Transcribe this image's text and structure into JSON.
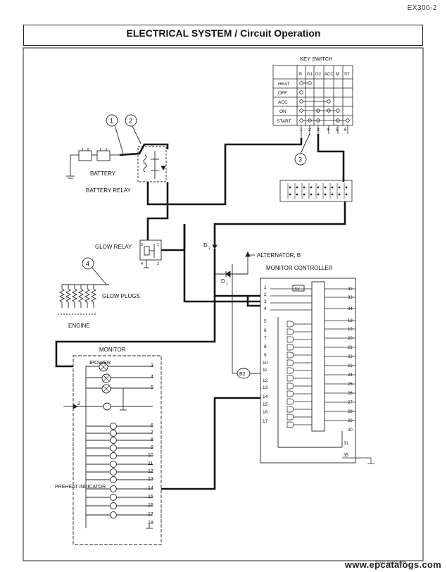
{
  "page_id": "EX300-2",
  "title": "ELECTRICAL SYSTEM / Circuit Operation",
  "labels": {
    "key_switch": "KEY SWITCH",
    "battery": "BATTERY",
    "battery_relay": "BATTERY RELAY",
    "glow_relay": "GLOW RELAY",
    "glow_plugs": "GLOW PLUGS",
    "engine": "ENGINE",
    "d2": "D",
    "d2_sub": "2",
    "d1": "D",
    "d1_sub": "1",
    "alternator": "ALTERNATOR, B",
    "monitor_controller": "MONITOR CONTROLLER",
    "monitor": "MONITOR",
    "power": "POWER",
    "preheat_indicator": "PREHEAT INDICATOR",
    "b2": "B2",
    "five_v": "5V"
  },
  "callouts": [
    "1",
    "2",
    "3",
    "4"
  ],
  "key_switch_table": {
    "columns": [
      "B",
      "G1",
      "G2",
      "ACC",
      "M",
      "ST"
    ],
    "rows": [
      "HEAT",
      "OFF",
      "ACC",
      "ON",
      "START"
    ],
    "terminals": [
      "1",
      "2",
      "3",
      "4",
      "5",
      "6"
    ]
  },
  "controller_left_pins": [
    "1",
    "2",
    "3",
    "4",
    "5",
    "6",
    "7",
    "8",
    "9",
    "10",
    "11",
    "12",
    "13",
    "14",
    "15",
    "16",
    "17"
  ],
  "controller_right_pins": [
    "32",
    "33",
    "34",
    "18",
    "19",
    "20",
    "21",
    "22",
    "23",
    "24",
    "25",
    "26",
    "27",
    "28",
    "29",
    "30",
    "31",
    "35"
  ],
  "monitor_left_pins": [
    "1",
    "2"
  ],
  "monitor_right_pins": [
    "3",
    "4",
    "5",
    "6",
    "7",
    "8",
    "9",
    "10",
    "11",
    "12",
    "13",
    "14",
    "15",
    "16",
    "17",
    "18"
  ],
  "glow_relay_pins": [
    "3",
    "1",
    "4",
    "2"
  ],
  "footer_ref": "T1U1-04-04-002",
  "watermark": "www.epcatalogs.com"
}
